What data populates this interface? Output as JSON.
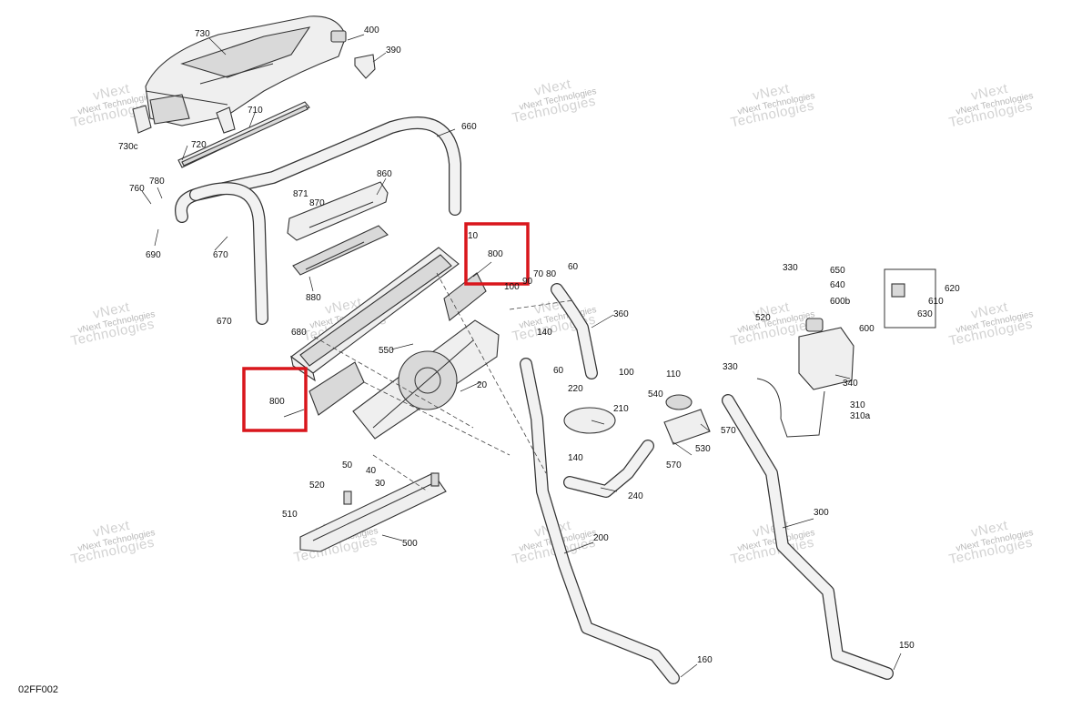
{
  "drawing_code": "02FF002",
  "watermark": {
    "line1": "vNext",
    "line2": "Technologies",
    "short": "vNext Technologies"
  },
  "highlight_color": "#d9161c",
  "callouts": {
    "c730": "730",
    "c400": "400",
    "c390": "390",
    "c710": "710",
    "c730c": "730c",
    "c720": "720",
    "c660": "660",
    "c860": "860",
    "c780": "780",
    "c760": "760",
    "c871": "871",
    "c870": "870",
    "c690": "690",
    "c670a": "670",
    "c880": "880",
    "c10": "10",
    "c800a": "800",
    "c90": "90",
    "c70": "70",
    "c80": "80",
    "c60a": "60",
    "c100a": "100",
    "c670b": "670",
    "c680": "680",
    "c550": "550",
    "c140a": "140",
    "c360": "360",
    "c800b": "800",
    "c20": "20",
    "c60b": "60",
    "c100b": "100",
    "c220": "220",
    "c210": "210",
    "c110": "110",
    "c540": "540",
    "c520_320": "520",
    "c330a": "330",
    "c650": "650",
    "c640": "640",
    "c600b": "600b",
    "c620": "620",
    "c610": "610",
    "c630": "630",
    "c600": "600",
    "c330b": "330",
    "c340": "340",
    "c310": "310",
    "c310a": "310a",
    "c570a": "570",
    "c530": "530",
    "c570b": "570",
    "c140b": "140",
    "c240": "240",
    "c50": "50",
    "c40": "40",
    "c30": "30",
    "c520": "520",
    "c510": "510",
    "c500": "500",
    "c200": "200",
    "c300": "300",
    "c160": "160",
    "c150": "150"
  }
}
